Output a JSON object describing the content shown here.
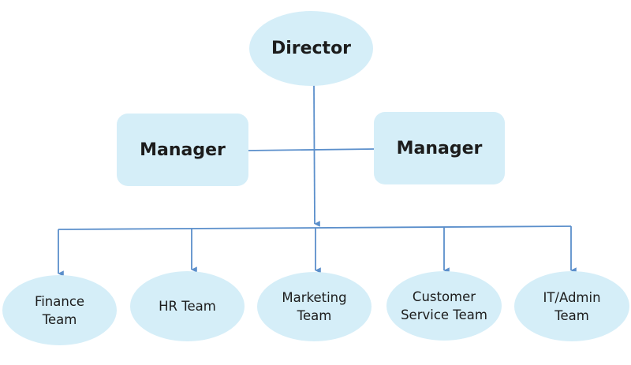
{
  "colors": {
    "node_fill": "#d5eef8",
    "connector": "#5b8fcb"
  },
  "director": {
    "label": "Director"
  },
  "managers": [
    {
      "label": "Manager"
    },
    {
      "label": "Manager"
    }
  ],
  "teams": [
    {
      "label": "Finance\nTeam"
    },
    {
      "label": "HR Team"
    },
    {
      "label": "Marketing\nTeam"
    },
    {
      "label": "Customer\nService Team"
    },
    {
      "label": "IT/Admin\nTeam"
    }
  ]
}
